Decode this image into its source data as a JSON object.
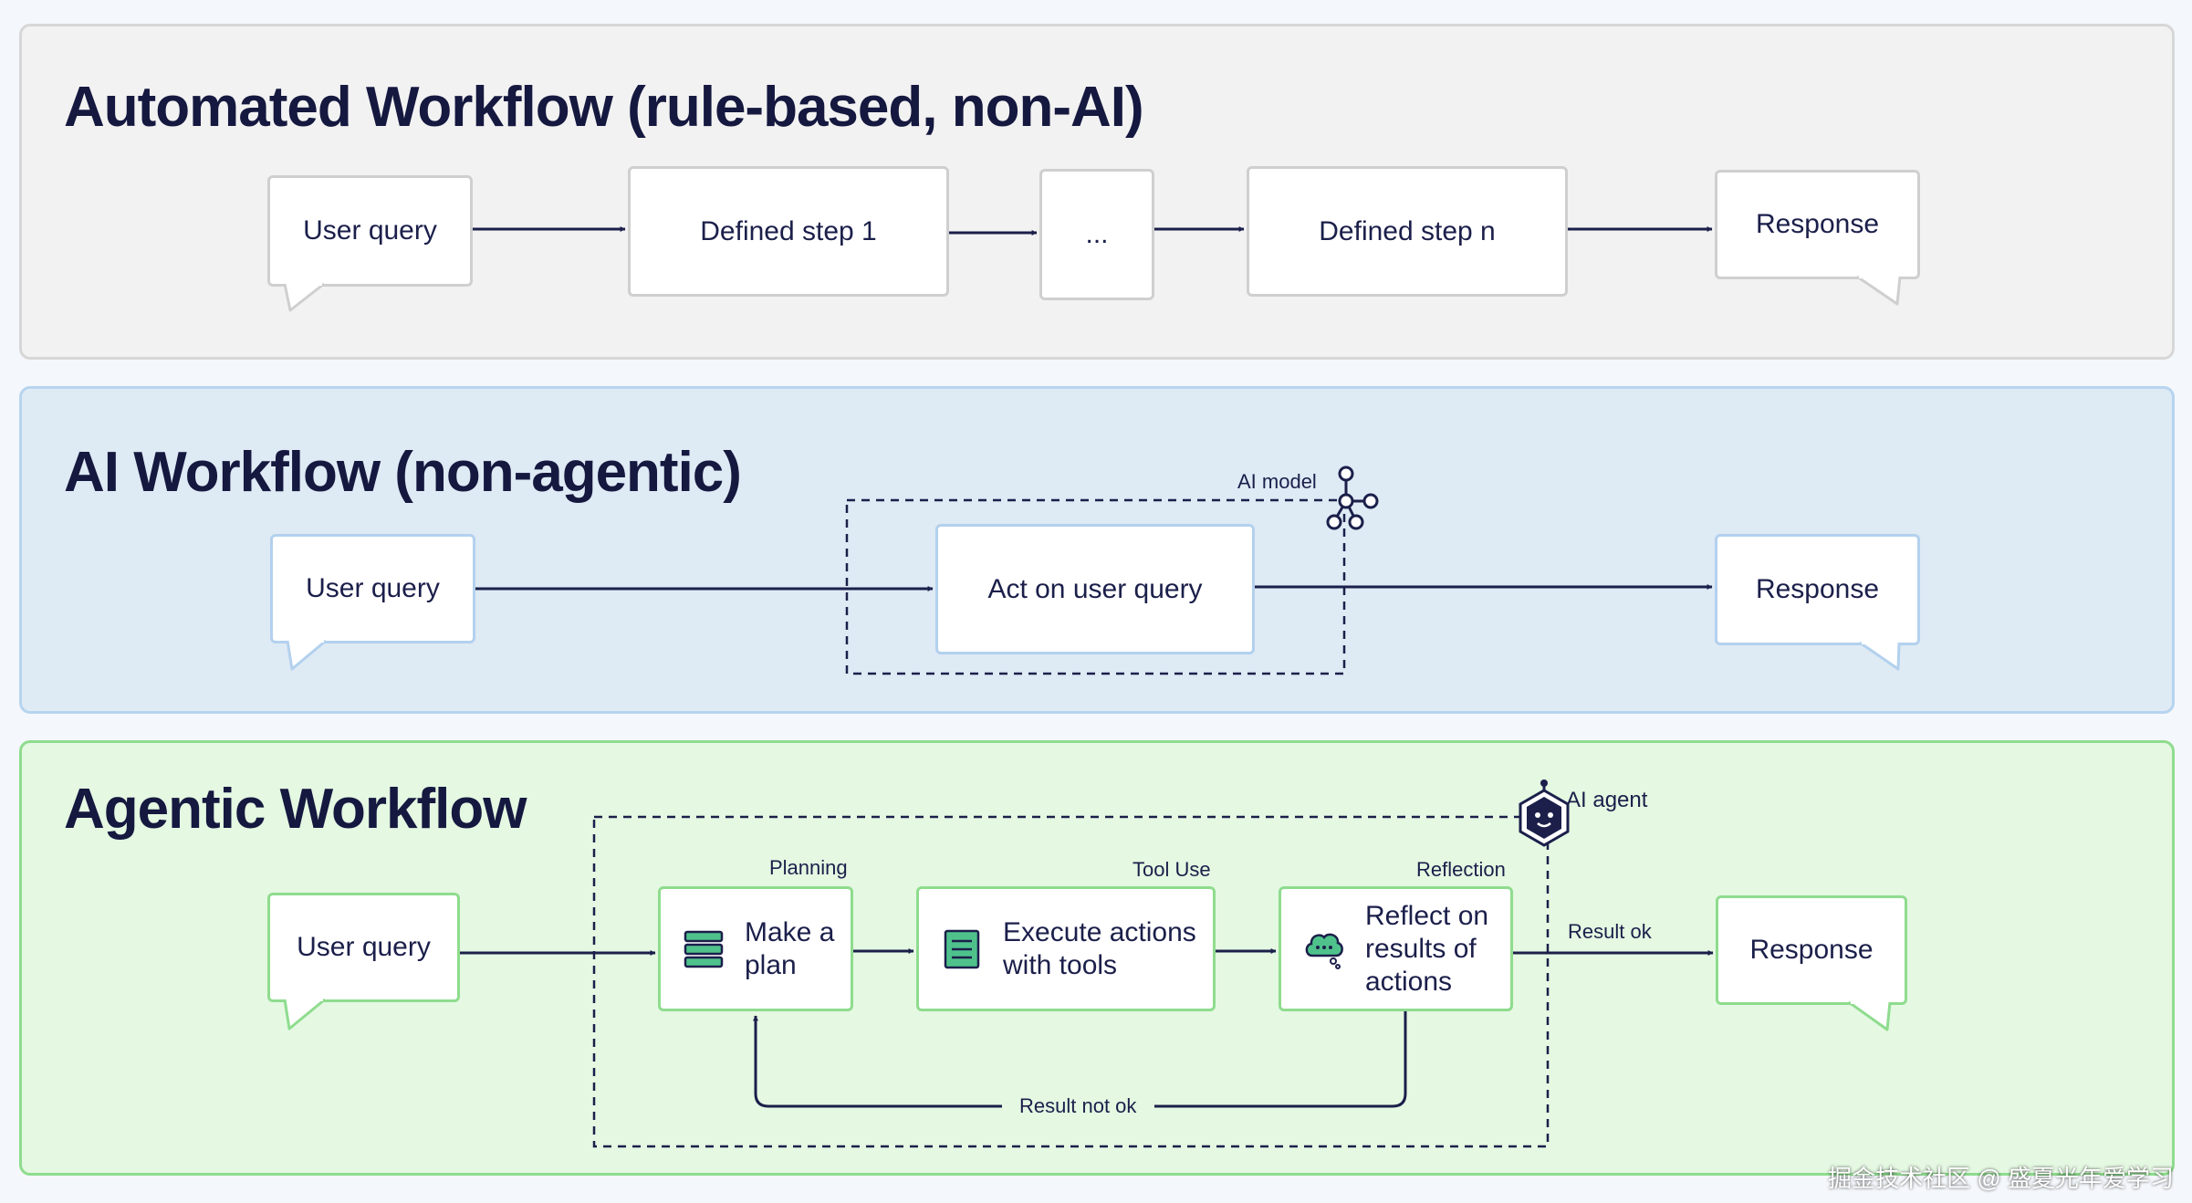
{
  "automated": {
    "title": "Automated Workflow (rule-based, non-AI)",
    "user_query": "User query",
    "step1": "Defined step 1",
    "ellipsis": "...",
    "stepn": "Defined step n",
    "response": "Response"
  },
  "ai": {
    "title": "AI Workflow (non-agentic)",
    "user_query": "User query",
    "model_label": "AI model",
    "act": "Act on user query",
    "response": "Response"
  },
  "agentic": {
    "title": "Agentic Workflow",
    "user_query": "User query",
    "agent_label": "AI agent",
    "planning_label": "Planning",
    "plan": "Make a plan",
    "tooluse_label": "Tool Use",
    "execute": "Execute actions with tools",
    "reflection_label": "Reflection",
    "reflect": "Reflect on results of actions",
    "result_ok": "Result ok",
    "result_not_ok": "Result not ok",
    "response": "Response"
  },
  "watermark": "掘金技术社区 @ 盛夏光年爱学习",
  "colors": {
    "ink": "#1b1f4a",
    "automated_bg": "#f2f2f2",
    "ai_bg": "#deeaf4",
    "agentic_bg": "#e4f8e2",
    "green_border": "#8fdc8e",
    "blue_border": "#b3d1ee",
    "icon_green": "#2fa36b"
  },
  "icons": [
    "ai-model-network-icon",
    "ai-agent-robot-icon",
    "database-stack-icon",
    "document-list-icon",
    "thought-bubble-icon"
  ]
}
